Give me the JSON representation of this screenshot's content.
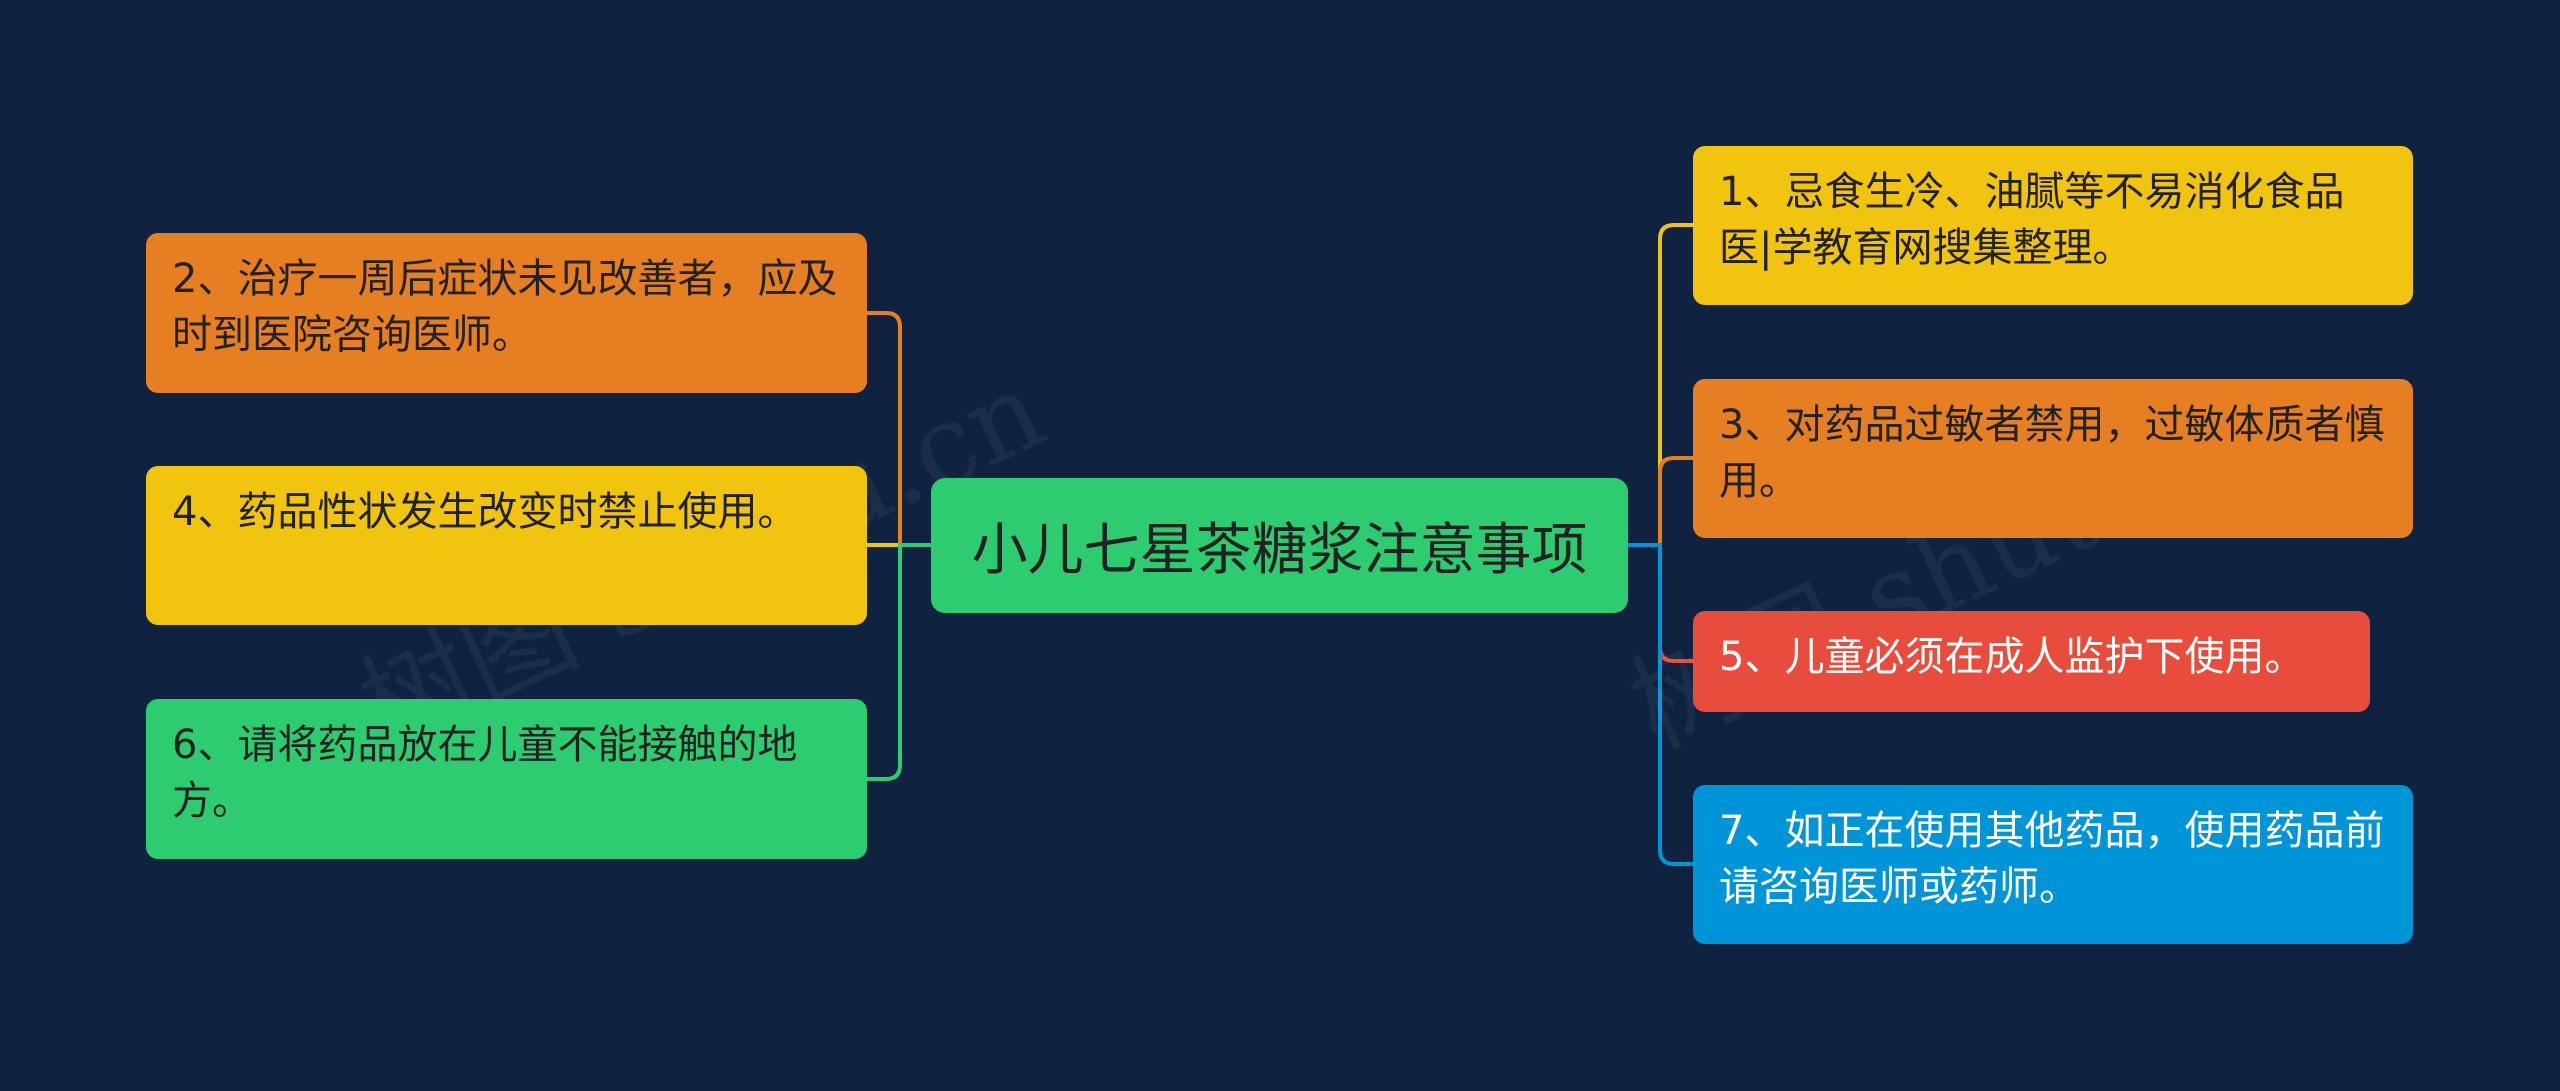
{
  "watermarks": [
    "树图 shutu.cn",
    "树图 shutu.cn"
  ],
  "center": {
    "title": "小儿七星茶糖浆注意事项"
  },
  "colors": {
    "background": "#0f2340",
    "orange": "#e67e22",
    "yellow": "#f1c40f",
    "green": "#2ecc71",
    "red": "#e74c3c",
    "blue": "#0094d9"
  },
  "left_nodes": [
    {
      "id": "2",
      "text": "2、治疗一周后症状未见改善者，应及时到医院咨询医师。",
      "color": "#e67e22"
    },
    {
      "id": "4",
      "text": "4、药品性状发生改变时禁止使用。",
      "color": "#f1c40f"
    },
    {
      "id": "6",
      "text": "6、请将药品放在儿童不能接触的地方。",
      "color": "#2ecc71"
    }
  ],
  "right_nodes": [
    {
      "id": "1",
      "text": "1、忌食生冷、油腻等不易消化食品医|学教育网搜集整理。",
      "color": "#f1c40f"
    },
    {
      "id": "3",
      "text": "3、对药品过敏者禁用，过敏体质者慎用。",
      "color": "#e67e22"
    },
    {
      "id": "5",
      "text": "5、儿童必须在成人监护下使用。",
      "color": "#e74c3c"
    },
    {
      "id": "7",
      "text": "7、如正在使用其他药品，使用药品前请咨询医师或药师。",
      "color": "#0094d9"
    }
  ]
}
